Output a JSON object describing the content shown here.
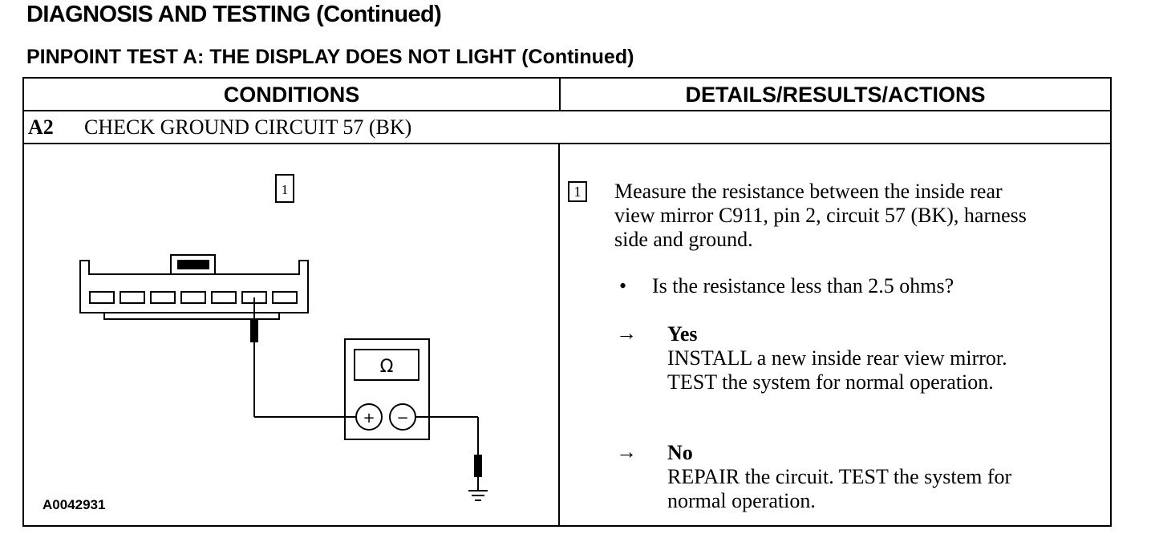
{
  "header": {
    "title": "DIAGNOSIS AND TESTING (Continued)",
    "subtitle": "PINPOINT TEST A:  THE DISPLAY DOES NOT LIGHT (Continued)"
  },
  "table": {
    "col_conditions": "CONDITIONS",
    "col_details": "DETAILS/RESULTS/ACTIONS",
    "step_id": "A2",
    "step_title": "CHECK GROUND CIRCUIT 57 (BK)"
  },
  "diagram": {
    "step_marker": "1",
    "meter_symbol": "Ω",
    "plus_symbol": "+",
    "minus_symbol": "−",
    "figure_id": "A0042931",
    "icons": [
      "connector-icon",
      "ohmmeter-icon",
      "ground-symbol-icon"
    ]
  },
  "details": {
    "step_marker": "1",
    "instruction_lines": [
      "Measure the resistance between the inside rear",
      "view mirror C911, pin 2, circuit 57 (BK), harness",
      "side and ground."
    ],
    "bullet": "•",
    "question": "Is the resistance less than 2.5 ohms?",
    "arrow": "→",
    "yes_label": "Yes",
    "yes_lines": [
      "INSTALL a new inside rear view mirror.",
      "TEST the system  for normal operation."
    ],
    "no_label": "No",
    "no_lines": [
      "REPAIR the circuit. TEST the system for",
      "normal operation."
    ]
  }
}
